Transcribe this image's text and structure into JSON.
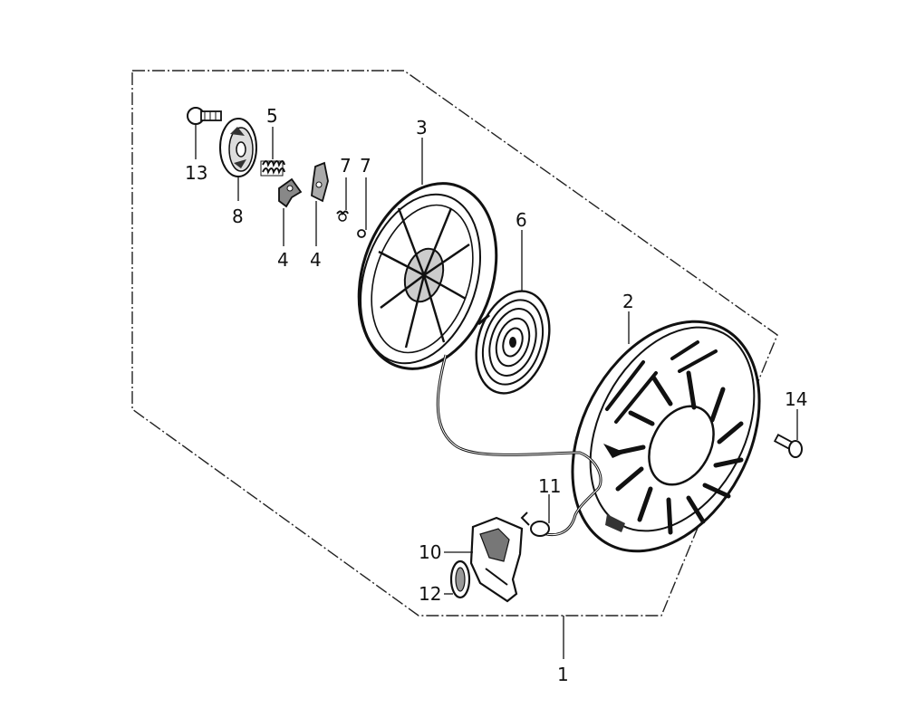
{
  "diagram": {
    "callouts": {
      "c1": "1",
      "c2": "2",
      "c3": "3",
      "c4a": "4",
      "c4b": "4",
      "c5": "5",
      "c6": "6",
      "c7a": "7",
      "c7b": "7",
      "c8": "8",
      "c10": "10",
      "c11": "11",
      "c12": "12",
      "c13": "13",
      "c14": "14"
    },
    "parts": [
      "recoil-starter-assembly",
      "starter-case",
      "starter-reel",
      "ratchet",
      "ratchet-spring",
      "recoil-spring",
      "friction-spring",
      "ratchet-guide",
      "starter-grip",
      "starter-rope",
      "knob-cover",
      "bolt",
      "flange-bolt"
    ]
  }
}
